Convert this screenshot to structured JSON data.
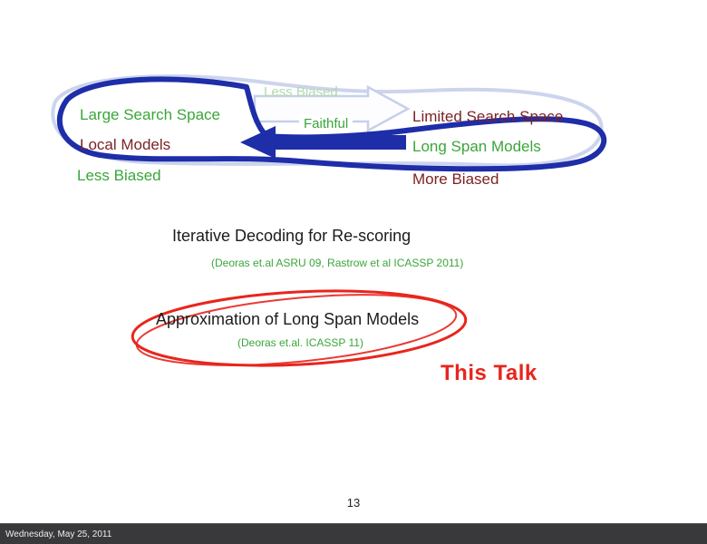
{
  "colors": {
    "green": "#3aa63a",
    "maroon": "#7c2323",
    "navy": "#1e2da8",
    "periwinkle": "#c7cfec",
    "red": "#e8251d",
    "pale_green": "#b5d8ae",
    "footer_bg": "#39393b"
  },
  "diagram": {
    "left_items": [
      {
        "label": "Large Search Space",
        "tone": "green"
      },
      {
        "label": "Local Models",
        "tone": "maroon"
      },
      {
        "label": "Less Biased",
        "tone": "green"
      }
    ],
    "right_items": [
      {
        "label": "Limited Search Space",
        "tone": "maroon"
      },
      {
        "label": "Long Span Models",
        "tone": "green"
      },
      {
        "label": "More Biased",
        "tone": "maroon"
      }
    ],
    "right_arrow_label": "Less Biased",
    "left_arrow_label": "Faithful"
  },
  "middle": {
    "title": "Iterative Decoding for Re-scoring",
    "citation": "(Deoras et.al ASRU 09,  Rastrow et al ICASSP 2011)"
  },
  "ellipse_block": {
    "title": "Approximation of Long Span Models",
    "citation": "(Deoras et.al. ICASSP 11)"
  },
  "this_talk": "This Talk",
  "page_number": "13",
  "footer": {
    "date": "Wednesday, May 25, 2011"
  }
}
